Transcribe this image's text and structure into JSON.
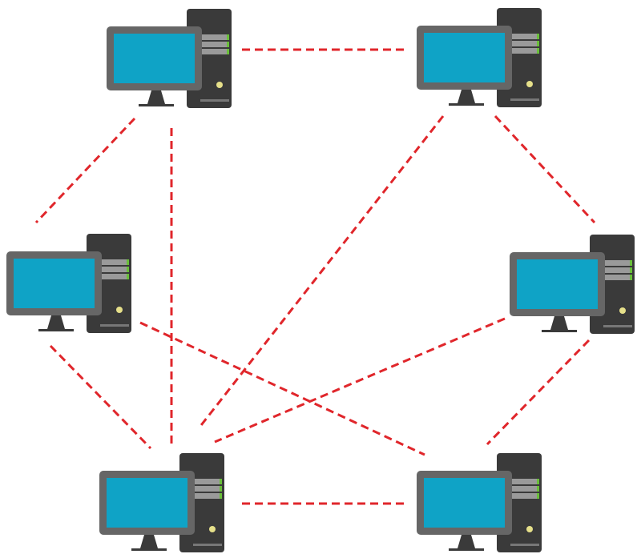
{
  "diagram": {
    "type": "mesh-network-topology",
    "nodes": [
      {
        "id": "pc-top-left"
      },
      {
        "id": "pc-top-right"
      },
      {
        "id": "pc-middle-left"
      },
      {
        "id": "pc-middle-right"
      },
      {
        "id": "pc-bottom-left"
      },
      {
        "id": "pc-bottom-right"
      }
    ],
    "links": [
      [
        "pc-top-left",
        "pc-top-right"
      ],
      [
        "pc-top-left",
        "pc-middle-left"
      ],
      [
        "pc-top-left",
        "pc-bottom-left"
      ],
      [
        "pc-top-right",
        "pc-bottom-left"
      ],
      [
        "pc-top-right",
        "pc-middle-right"
      ],
      [
        "pc-middle-left",
        "pc-bottom-right"
      ],
      [
        "pc-middle-left",
        "pc-bottom-left"
      ],
      [
        "pc-middle-right",
        "pc-bottom-left"
      ],
      [
        "pc-middle-right",
        "pc-bottom-right"
      ],
      [
        "pc-bottom-left",
        "pc-bottom-right"
      ]
    ],
    "colors": {
      "link": "#e0262b",
      "screen": "#0fa3c6",
      "monitor_frame": "#666666",
      "tower": "#3a3a3a",
      "drive_bay": "#9a9a9a",
      "drive_led": "#6abf3a",
      "power_button": "#e6e08a",
      "background": "#ffffff"
    }
  }
}
